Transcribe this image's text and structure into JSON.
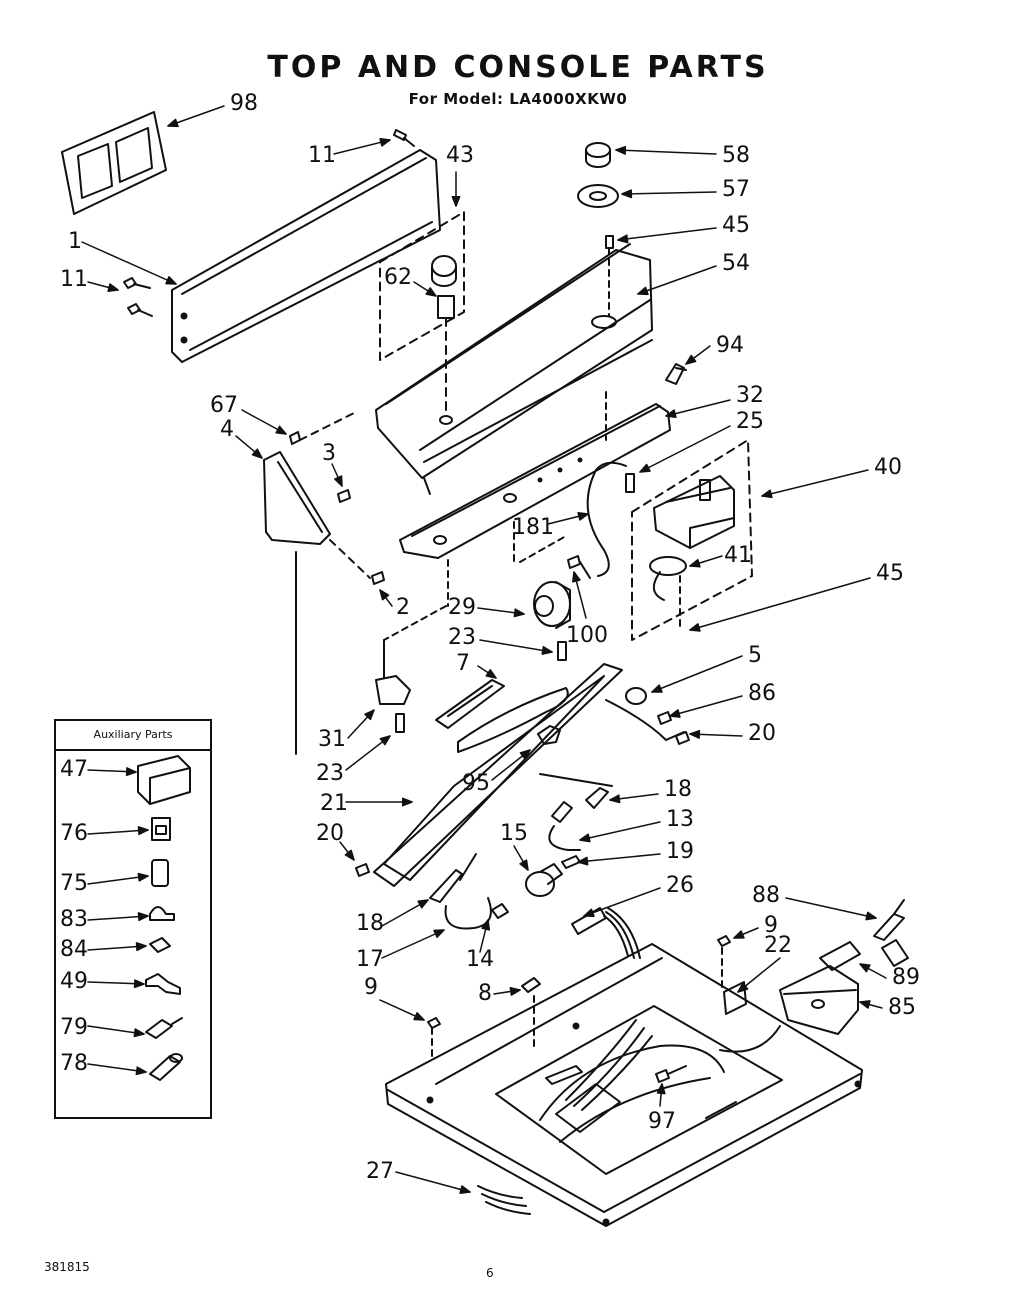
{
  "header": {
    "title": "TOP AND CONSOLE PARTS",
    "subtitle": "For Model: LA4000XKW0"
  },
  "footer": {
    "doc_number": "381815",
    "page_number": "6"
  },
  "aux_box": {
    "heading": "Auxiliary Parts"
  },
  "callouts": [
    {
      "id": "c98",
      "label": "98"
    },
    {
      "id": "c11a",
      "label": "11"
    },
    {
      "id": "c43",
      "label": "43"
    },
    {
      "id": "c58",
      "label": "58"
    },
    {
      "id": "c57",
      "label": "57"
    },
    {
      "id": "c45a",
      "label": "45"
    },
    {
      "id": "c54",
      "label": "54"
    },
    {
      "id": "c1",
      "label": "1"
    },
    {
      "id": "c11b",
      "label": "11"
    },
    {
      "id": "c62",
      "label": "62"
    },
    {
      "id": "c94",
      "label": "94"
    },
    {
      "id": "c67",
      "label": "67"
    },
    {
      "id": "c4",
      "label": "4"
    },
    {
      "id": "c32",
      "label": "32"
    },
    {
      "id": "c25",
      "label": "25"
    },
    {
      "id": "c3",
      "label": "3"
    },
    {
      "id": "c40",
      "label": "40"
    },
    {
      "id": "c181",
      "label": "181"
    },
    {
      "id": "c41",
      "label": "41"
    },
    {
      "id": "c2",
      "label": "2"
    },
    {
      "id": "c29",
      "label": "29"
    },
    {
      "id": "c45b",
      "label": "45"
    },
    {
      "id": "c100",
      "label": "100"
    },
    {
      "id": "c23a",
      "label": "23"
    },
    {
      "id": "c7",
      "label": "7"
    },
    {
      "id": "c5",
      "label": "5"
    },
    {
      "id": "c86",
      "label": "86"
    },
    {
      "id": "c20a",
      "label": "20"
    },
    {
      "id": "c31",
      "label": "31"
    },
    {
      "id": "c23b",
      "label": "23"
    },
    {
      "id": "c95",
      "label": "95"
    },
    {
      "id": "c18a",
      "label": "18"
    },
    {
      "id": "c21",
      "label": "21"
    },
    {
      "id": "c13",
      "label": "13"
    },
    {
      "id": "c20b",
      "label": "20"
    },
    {
      "id": "c15",
      "label": "15"
    },
    {
      "id": "c19",
      "label": "19"
    },
    {
      "id": "c26",
      "label": "26"
    },
    {
      "id": "c88",
      "label": "88"
    },
    {
      "id": "c18b",
      "label": "18"
    },
    {
      "id": "c9a",
      "label": "9"
    },
    {
      "id": "c22",
      "label": "22"
    },
    {
      "id": "c17",
      "label": "17"
    },
    {
      "id": "c14",
      "label": "14"
    },
    {
      "id": "c89",
      "label": "89"
    },
    {
      "id": "c9b",
      "label": "9"
    },
    {
      "id": "c8",
      "label": "8"
    },
    {
      "id": "c85",
      "label": "85"
    },
    {
      "id": "c97",
      "label": "97"
    },
    {
      "id": "c27",
      "label": "27"
    },
    {
      "id": "a47",
      "label": "47"
    },
    {
      "id": "a76",
      "label": "76"
    },
    {
      "id": "a75",
      "label": "75"
    },
    {
      "id": "a83",
      "label": "83"
    },
    {
      "id": "a84",
      "label": "84"
    },
    {
      "id": "a49",
      "label": "49"
    },
    {
      "id": "a79",
      "label": "79"
    },
    {
      "id": "a78",
      "label": "78"
    }
  ]
}
